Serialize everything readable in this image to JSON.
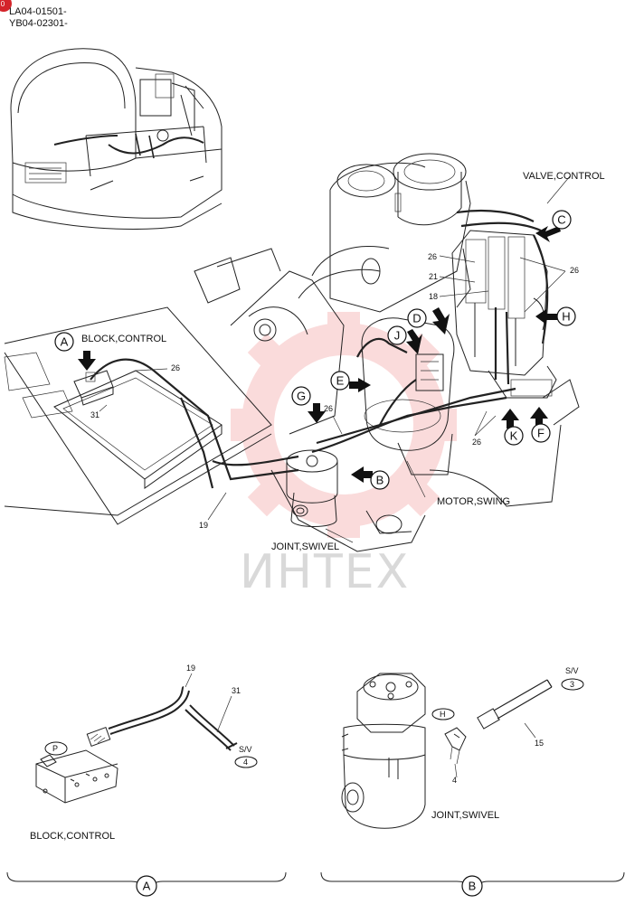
{
  "header": {
    "serial_1": "LA04-01501-",
    "serial_2": "YB04-02301-",
    "page_marker": "0"
  },
  "labels": {
    "valve_control": "VALVE,CONTROL",
    "block_control_main": "BLOCK,CONTROL",
    "motor_swing": "MOTOR,SWING",
    "joint_swivel_main": "JOINT,SWIVEL",
    "block_control_detail": "BLOCK,CONTROL",
    "joint_swivel_detail": "JOINT,SWIVEL"
  },
  "callouts": {
    "A": "A",
    "B": "B",
    "C": "C",
    "D": "D",
    "E": "E",
    "F": "F",
    "G": "G",
    "H": "H",
    "J": "J",
    "K": "K"
  },
  "part_numbers": {
    "n26_a": "26",
    "n26_b": "26",
    "n26_c": "26",
    "n26_d": "26",
    "n26_e": "26",
    "n21": "21",
    "n18": "18",
    "n31_main": "31",
    "n19_main": "19",
    "n19_det": "19",
    "n31_det": "31",
    "n4_det": "4",
    "n15_det": "15"
  },
  "detail_tags": {
    "p": "P",
    "sv_a": "S/V",
    "sv_a_num": "4",
    "h": "H",
    "sv_b": "S/V",
    "sv_b_num": "3"
  },
  "sections": {
    "a": "A",
    "b": "B"
  },
  "watermark": "ИНТЕХ"
}
